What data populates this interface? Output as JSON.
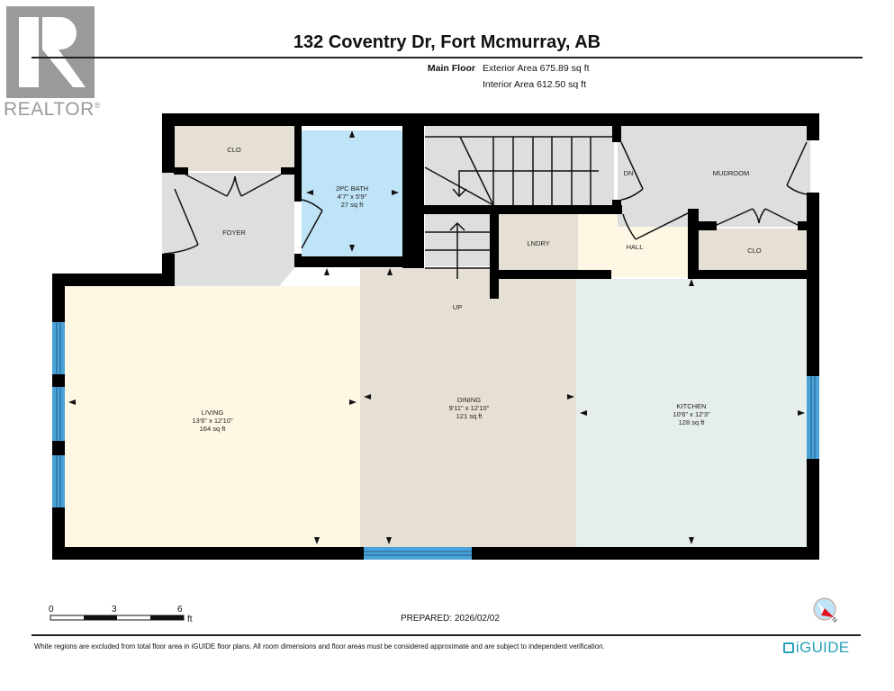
{
  "header": {
    "logo_text": "REALTOR",
    "logo_mark": "®",
    "title": "132 Coventry Dr, Fort Mcmurray, AB",
    "floor_label": "Main Floor",
    "exterior_area": "Exterior Area 675.89 sq ft",
    "interior_area": "Interior Area 612.50 sq ft"
  },
  "rooms": {
    "clo_foyer": {
      "name": "CLO"
    },
    "foyer": {
      "name": "FOYER"
    },
    "bath": {
      "name": "2PC BATH",
      "dims": "4'7\" x 5'9\"",
      "area": "27 sq ft"
    },
    "mudroom": {
      "name": "MUDROOM"
    },
    "stairs_down": {
      "label": "DN"
    },
    "stairs_up": {
      "label": "UP"
    },
    "laundry": {
      "name": "LNDRY"
    },
    "hall": {
      "name": "HALL"
    },
    "clo_mudroom": {
      "name": "CLO"
    },
    "living": {
      "name": "LIVING",
      "dims": "13'6\" x 12'10\"",
      "area": "164 sq ft"
    },
    "dining": {
      "name": "DINING",
      "dims": "9'11\" x 12'10\"",
      "area": "121 sq ft"
    },
    "kitchen": {
      "name": "KITCHEN",
      "dims": "10'6\" x 12'3\"",
      "area": "128 sq ft"
    }
  },
  "colors": {
    "wall": "#000000",
    "window": "#4aa3d8",
    "living": "#fdf7e4",
    "dining": "#e6dfd3",
    "kitchen": "#e5eeea",
    "bath": "#bfe3f7",
    "closet": "#e6dfd3",
    "circulation": "#dedede",
    "hall": "#fdf7e4",
    "brand": "#2aa0b8"
  },
  "scale": {
    "ticks": [
      "0",
      "3",
      "6"
    ],
    "unit": "ft"
  },
  "footer": {
    "prepared": "PREPARED: 2026/02/02",
    "disclaimer": "White regions are excluded from total floor area in iGUIDE floor plans. All room dimensions and floor areas must be considered approximate and are subject to independent verification.",
    "brand": "iGUIDE",
    "compass_label": "N"
  }
}
